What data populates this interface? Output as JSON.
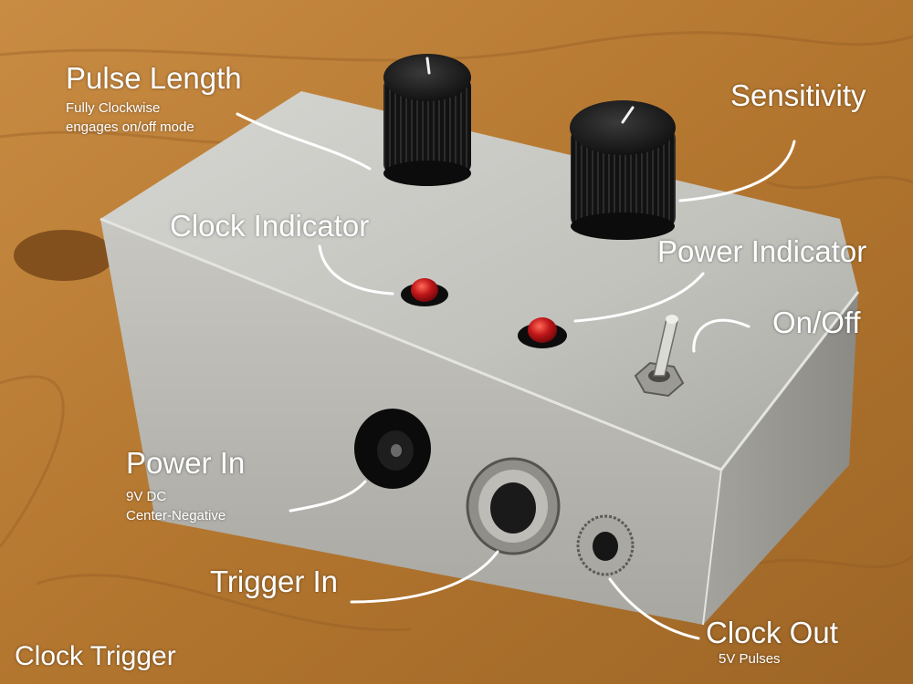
{
  "colors": {
    "wood": "#b57a35",
    "enclosure": "#c9c8c3",
    "knob": "#111111",
    "led": "#c0161a",
    "label": "#ffffff"
  },
  "labels": {
    "pulse_length": {
      "title": "Pulse Length",
      "line1": "Fully Clockwise",
      "line2": "engages on/off mode"
    },
    "sensitivity": {
      "title": "Sensitivity"
    },
    "clock_indicator": {
      "title": "Clock Indicator"
    },
    "power_indicator": {
      "title": "Power Indicator"
    },
    "on_off": {
      "title": "On/Off"
    },
    "power_in": {
      "title": "Power In",
      "line1": "9V DC",
      "line2": "Center-Negative"
    },
    "trigger_in": {
      "title": "Trigger In"
    },
    "clock_out": {
      "title": "Clock Out",
      "line1": "5V Pulses"
    }
  },
  "caption": "Clock Trigger"
}
